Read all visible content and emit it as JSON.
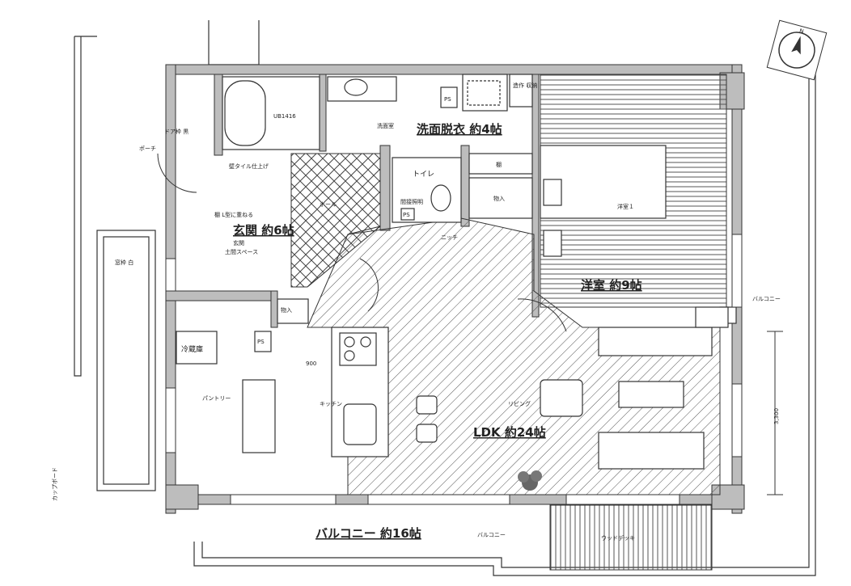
{
  "rooms": {
    "washroom": "洗面脱衣 約4帖",
    "entrance": "玄関 約6帖",
    "western_room": "洋室 約9帖",
    "ldk": "LDK 約24帖",
    "balcony": "バルコニー 約16帖"
  },
  "small_labels": {
    "bath_unit": "UB1416",
    "wash_room": "洗面室",
    "ps": "PS",
    "storage_tall": "造作\n収納",
    "shelf": "棚",
    "storage": "物入",
    "toilet": "トイレ",
    "indirect_light": "間接照明",
    "hall": "ホール",
    "niche": "ニッチ",
    "door_frame": "ドア枠 黒",
    "porch": "ポーチ",
    "wall_tile": "壁タイル仕上げ",
    "l_shape_shelf": "棚 L型に重ねる",
    "genkan": "玄関",
    "doma": "土間スペース",
    "window_frame": "窓枠 白",
    "fridge": "冷蔵庫",
    "dim_900": "900",
    "kitchen": "キッチン",
    "pantry": "パントリー",
    "living": "リビング",
    "western_1": "洋室１",
    "balcony_right": "バルコニー",
    "balcony_bottom": "バルコニー",
    "wood_deck": "ウッドデッキ",
    "dim_3300": "3,300",
    "cupboard": "カップボード"
  },
  "compass": {
    "label": "N",
    "icon": "north-arrow-icon"
  },
  "colors": {
    "wall": "#bdbdbd",
    "line": "#333333",
    "hatch": "#555555"
  }
}
